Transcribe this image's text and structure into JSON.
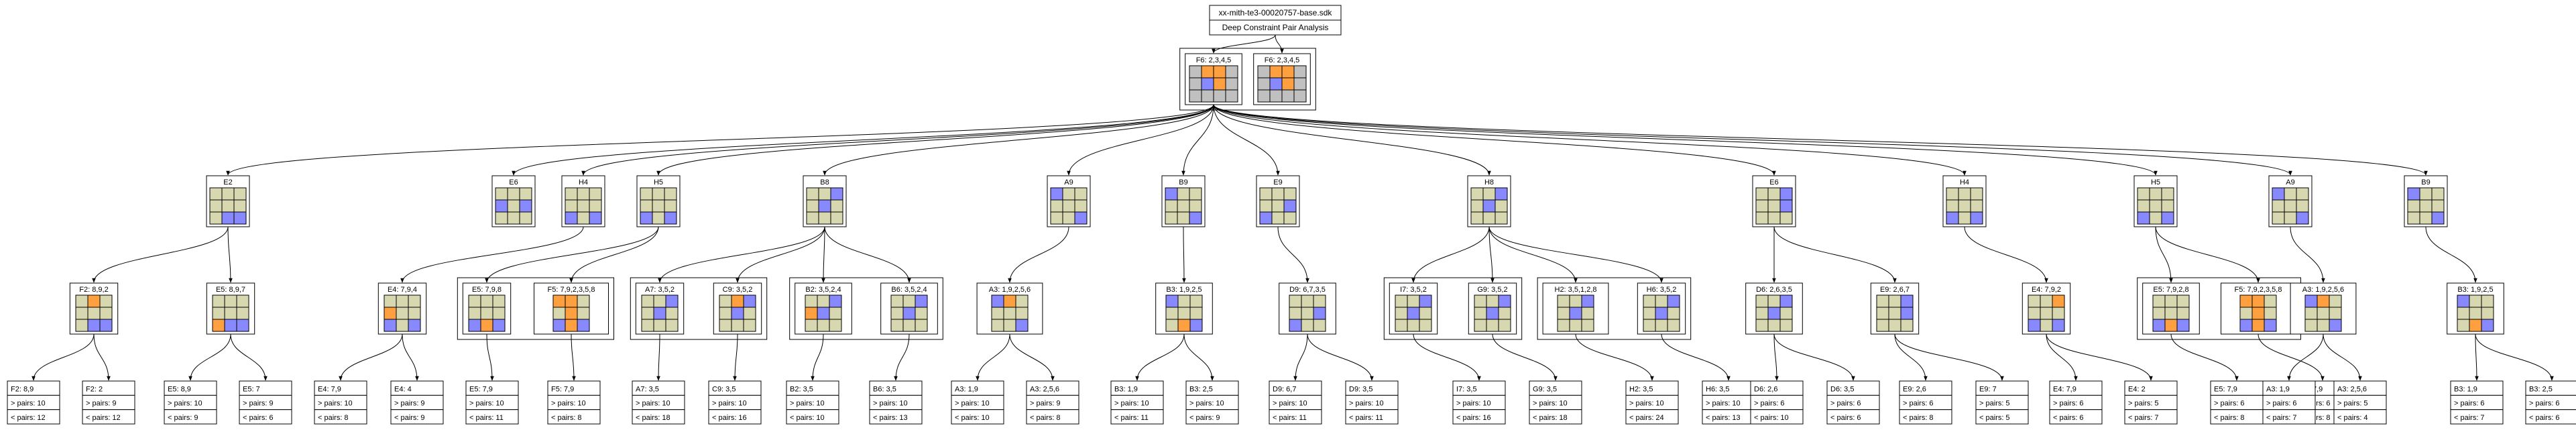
{
  "title_lines": [
    "xx-mith-te3-00020757-base.sdk",
    "Deep Constraint Pair Analysis"
  ],
  "colors": {
    "blank": "#d8d8b0",
    "orange": "#ffa040",
    "blue": "#8888ff",
    "gray": "#c0c0c0"
  },
  "nodes": [
    {
      "id": "top1",
      "label": "F6: 2,3,4,5",
      "grid": "xoox xbox xxxx"
    },
    {
      "id": "top2",
      "label": "F6: 2,3,4,5",
      "grid": "xoox xbox xxxx"
    },
    {
      "id": "l1_01",
      "label": "E2",
      "grid": "... ... .bb"
    },
    {
      "id": "l1_02",
      "label": "E6",
      "grid": "... b.b ..."
    },
    {
      "id": "l1_03",
      "label": "H4",
      "grid": "... ... b.b"
    },
    {
      "id": "l1_04",
      "label": "H5",
      "grid": "... ... b.b"
    },
    {
      "id": "l1_05",
      "label": "B8",
      "grid": "..b .b. ..."
    },
    {
      "id": "l1_06",
      "label": "A9",
      "grid": "b.. ... ..b"
    },
    {
      "id": "l1_07",
      "label": "B9",
      "grid": "b.. ... ..b"
    },
    {
      "id": "l1_08",
      "label": "E9",
      "grid": "... ..b b.."
    },
    {
      "id": "l1_09",
      "label": "H8",
      "grid": "..b .b. ..."
    },
    {
      "id": "l1_10",
      "label": "E6",
      "grid": "..b ..b ..."
    },
    {
      "id": "l1_11",
      "label": "H4",
      "grid": "... ... b.b"
    },
    {
      "id": "l1_12",
      "label": "H5",
      "grid": "... ... b.b"
    },
    {
      "id": "l1_13",
      "label": "A9",
      "grid": "b.. ... ..b"
    },
    {
      "id": "l1_14",
      "label": "B9",
      "grid": "b.. ... ..b"
    },
    {
      "id": "l2_01",
      "label": "F2: 8,9,2",
      "grid": ".o. ... .bb"
    },
    {
      "id": "l2_02",
      "label": "E5: 8,9,7",
      "grid": "... ... obb"
    },
    {
      "id": "l2_03",
      "label": "E4: 7,9,4",
      "grid": "... o.. b.b"
    },
    {
      "id": "l2_04",
      "label": "E5: 7,9,8",
      "grid": "... ... bob"
    },
    {
      "id": "l2_05",
      "label": "F5: 7,9,2,3,5,8",
      "grid": "oo. .o. bob"
    },
    {
      "id": "l2_06",
      "label": "A7: 3,5,2",
      "grid": "..b .b. ..."
    },
    {
      "id": "l2_07",
      "label": "C9: 3,5,2",
      "grid": ".ob .b. ..."
    },
    {
      "id": "l2_08",
      "label": "B2: 3,5,2,4",
      "grid": "..b ob. ..."
    },
    {
      "id": "l2_09",
      "label": "B6: 3,5,2,4",
      "grid": "..b .b. ..."
    },
    {
      "id": "l2_10",
      "label": "A3: 1,9,2,5,6",
      "grid": "bo. ... ..b"
    },
    {
      "id": "l2_11",
      "label": "B3: 1,9,2,5",
      "grid": "b.. ... .ob"
    },
    {
      "id": "l2_12",
      "label": "D9: 6,7,3,5",
      "grid": "... ..b b.."
    },
    {
      "id": "l2_13",
      "label": "I7: 3,5,2",
      "grid": "..b .b. ..."
    },
    {
      "id": "l2_14",
      "label": "G9: 3,5,2",
      "grid": "..b .b. ..."
    },
    {
      "id": "l2_15",
      "label": "H2: 3,5,1,2,8",
      "grid": "..b .b. ..."
    },
    {
      "id": "l2_16",
      "label": "H6: 3,5,2",
      "grid": "..b .b. ..."
    },
    {
      "id": "l2_17",
      "label": "D6: 2,6,3,5",
      "grid": "..b .b. ..."
    },
    {
      "id": "l2_18",
      "label": "E9: 2,6,7",
      "grid": "..b ..b ..."
    },
    {
      "id": "l2_19",
      "label": "E4: 7,9,2",
      "grid": "..o ... b.b"
    },
    {
      "id": "l2_20",
      "label": "E5: 7,9,2,8",
      "grid": "... ... bob"
    },
    {
      "id": "l2_21",
      "label": "F5: 7,9,2,3,5,8",
      "grid": "oo. .o. bob"
    },
    {
      "id": "l2_22",
      "label": "A3: 1,9,2,5,6",
      "grid": "bo. ... ..b"
    },
    {
      "id": "l2_23",
      "label": "B3: 1,9,2,5",
      "grid": "b.. ... .ob"
    },
    {
      "id": "l3_01",
      "label": "F2: 8,9",
      "stats": [
        "> pairs: 10",
        "< pairs: 12"
      ]
    },
    {
      "id": "l3_02",
      "label": "F2: 2",
      "stats": [
        "> pairs: 9",
        "< pairs: 12"
      ]
    },
    {
      "id": "l3_03",
      "label": "E5: 8,9",
      "stats": [
        "> pairs: 10",
        "< pairs: 9"
      ]
    },
    {
      "id": "l3_04",
      "label": "E5: 7",
      "stats": [
        "> pairs: 9",
        "< pairs: 6"
      ]
    },
    {
      "id": "l3_05",
      "label": "E4: 7,9",
      "stats": [
        "> pairs: 10",
        "< pairs: 8"
      ]
    },
    {
      "id": "l3_06",
      "label": "E4: 4",
      "stats": [
        "> pairs: 9",
        "< pairs: 9"
      ]
    },
    {
      "id": "l3_07",
      "label": "E5: 7,9",
      "stats": [
        "> pairs: 10",
        "< pairs: 11"
      ]
    },
    {
      "id": "l3_08",
      "label": "F5: 7,9",
      "stats": [
        "> pairs: 10",
        "< pairs: 8"
      ]
    },
    {
      "id": "l3_09",
      "label": "A7: 3,5",
      "stats": [
        "> pairs: 10",
        "< pairs: 18"
      ]
    },
    {
      "id": "l3_10",
      "label": "C9: 3,5",
      "stats": [
        "> pairs: 10",
        "< pairs: 16"
      ]
    },
    {
      "id": "l3_11",
      "label": "B2: 3,5",
      "stats": [
        "> pairs: 10",
        "< pairs: 10"
      ]
    },
    {
      "id": "l3_12",
      "label": "B6: 3,5",
      "stats": [
        "> pairs: 10",
        "< pairs: 13"
      ]
    },
    {
      "id": "l3_13",
      "label": "A3: 1,9",
      "stats": [
        "> pairs: 10",
        "< pairs: 10"
      ]
    },
    {
      "id": "l3_14",
      "label": "A3: 2,5,6",
      "stats": [
        "> pairs: 9",
        "< pairs: 8"
      ]
    },
    {
      "id": "l3_15",
      "label": "B3: 1,9",
      "stats": [
        "> pairs: 10",
        "< pairs: 11"
      ]
    },
    {
      "id": "l3_16",
      "label": "B3: 2,5",
      "stats": [
        "> pairs: 10",
        "< pairs: 9"
      ]
    },
    {
      "id": "l3_17",
      "label": "D9: 6,7",
      "stats": [
        "> pairs: 10",
        "< pairs: 11"
      ]
    },
    {
      "id": "l3_18",
      "label": "D9: 3,5",
      "stats": [
        "> pairs: 10",
        "< pairs: 11"
      ]
    },
    {
      "id": "l3_19",
      "label": "I7: 3,5",
      "stats": [
        "> pairs: 10",
        "< pairs: 16"
      ]
    },
    {
      "id": "l3_20",
      "label": "G9: 3,5",
      "stats": [
        "> pairs: 10",
        "< pairs: 18"
      ]
    },
    {
      "id": "l3_21",
      "label": "H2: 3,5",
      "stats": [
        "> pairs: 10",
        "< pairs: 24"
      ]
    },
    {
      "id": "l3_22",
      "label": "H6: 3,5",
      "stats": [
        "> pairs: 10",
        "< pairs: 13"
      ]
    },
    {
      "id": "l3_23",
      "label": "D6: 2,6",
      "stats": [
        "> pairs: 6",
        "< pairs: 10"
      ]
    },
    {
      "id": "l3_24",
      "label": "D6: 3,5",
      "stats": [
        "> pairs: 6",
        "< pairs: 6"
      ]
    },
    {
      "id": "l3_25",
      "label": "E9: 2,6",
      "stats": [
        "> pairs: 6",
        "< pairs: 8"
      ]
    },
    {
      "id": "l3_26",
      "label": "E9: 7",
      "stats": [
        "> pairs: 5",
        "< pairs: 5"
      ]
    },
    {
      "id": "l3_27",
      "label": "E4: 7,9",
      "stats": [
        "> pairs: 6",
        "< pairs: 6"
      ]
    },
    {
      "id": "l3_28",
      "label": "E4: 2",
      "stats": [
        "> pairs: 5",
        "< pairs: 7"
      ]
    },
    {
      "id": "l3_29",
      "label": "E5: 7,9",
      "stats": [
        "> pairs: 6",
        "< pairs: 8"
      ]
    },
    {
      "id": "l3_30",
      "label": "F5: 7,9",
      "stats": [
        "> pairs: 6",
        "< pairs: 8"
      ]
    },
    {
      "id": "l3_31",
      "label": "A3: 1,9",
      "stats": [
        "> pairs: 6",
        "< pairs: 7"
      ]
    },
    {
      "id": "l3_32",
      "label": "A3: 2,5,6",
      "stats": [
        "> pairs: 5",
        "< pairs: 4"
      ]
    },
    {
      "id": "l3_33",
      "label": "B3: 1,9",
      "stats": [
        "> pairs: 6",
        "< pairs: 7"
      ]
    },
    {
      "id": "l3_34",
      "label": "B3: 2,5",
      "stats": [
        "> pairs: 6",
        "< pairs: 6"
      ]
    }
  ],
  "edges": [
    [
      "root",
      "top1"
    ],
    [
      "root",
      "top2"
    ],
    [
      "top1",
      "l1_01"
    ],
    [
      "top1",
      "l1_02"
    ],
    [
      "top1",
      "l1_03"
    ],
    [
      "top1",
      "l1_04"
    ],
    [
      "top1",
      "l1_05"
    ],
    [
      "top1",
      "l1_06"
    ],
    [
      "top1",
      "l1_07"
    ],
    [
      "top1",
      "l1_08"
    ],
    [
      "top1",
      "l1_09"
    ],
    [
      "top1",
      "l1_10"
    ],
    [
      "top1",
      "l1_11"
    ],
    [
      "top1",
      "l1_12"
    ],
    [
      "top1",
      "l1_13"
    ],
    [
      "top1",
      "l1_14"
    ],
    [
      "l1_01",
      "l2_01"
    ],
    [
      "l1_01",
      "l2_02"
    ],
    [
      "l1_03",
      "l2_03"
    ],
    [
      "l1_04",
      "l2_04"
    ],
    [
      "l1_04",
      "l2_05"
    ],
    [
      "l1_05",
      "l2_06"
    ],
    [
      "l1_05",
      "l2_07"
    ],
    [
      "l1_05",
      "l2_08"
    ],
    [
      "l1_05",
      "l2_09"
    ],
    [
      "l1_06",
      "l2_10"
    ],
    [
      "l1_07",
      "l2_11"
    ],
    [
      "l1_08",
      "l2_12"
    ],
    [
      "l1_09",
      "l2_13"
    ],
    [
      "l1_09",
      "l2_14"
    ],
    [
      "l1_09",
      "l2_15"
    ],
    [
      "l1_09",
      "l2_16"
    ],
    [
      "l1_10",
      "l2_17"
    ],
    [
      "l1_10",
      "l2_18"
    ],
    [
      "l1_11",
      "l2_19"
    ],
    [
      "l1_12",
      "l2_20"
    ],
    [
      "l1_12",
      "l2_21"
    ],
    [
      "l1_13",
      "l2_22"
    ],
    [
      "l1_14",
      "l2_23"
    ],
    [
      "l2_01",
      "l3_01"
    ],
    [
      "l2_01",
      "l3_02"
    ],
    [
      "l2_02",
      "l3_03"
    ],
    [
      "l2_02",
      "l3_04"
    ],
    [
      "l2_03",
      "l3_05"
    ],
    [
      "l2_03",
      "l3_06"
    ],
    [
      "l2_04",
      "l3_07"
    ],
    [
      "l2_05",
      "l3_08"
    ],
    [
      "l2_06",
      "l3_09"
    ],
    [
      "l2_07",
      "l3_10"
    ],
    [
      "l2_08",
      "l3_11"
    ],
    [
      "l2_09",
      "l3_12"
    ],
    [
      "l2_10",
      "l3_13"
    ],
    [
      "l2_10",
      "l3_14"
    ],
    [
      "l2_11",
      "l3_15"
    ],
    [
      "l2_11",
      "l3_16"
    ],
    [
      "l2_12",
      "l3_17"
    ],
    [
      "l2_12",
      "l3_18"
    ],
    [
      "l2_13",
      "l3_19"
    ],
    [
      "l2_14",
      "l3_20"
    ],
    [
      "l2_15",
      "l3_21"
    ],
    [
      "l2_16",
      "l3_22"
    ],
    [
      "l2_17",
      "l3_23"
    ],
    [
      "l2_17",
      "l3_24"
    ],
    [
      "l2_18",
      "l3_25"
    ],
    [
      "l2_18",
      "l3_26"
    ],
    [
      "l2_19",
      "l3_27"
    ],
    [
      "l2_19",
      "l3_28"
    ],
    [
      "l2_20",
      "l3_29"
    ],
    [
      "l2_21",
      "l3_30"
    ],
    [
      "l2_22",
      "l3_31"
    ],
    [
      "l2_22",
      "l3_32"
    ],
    [
      "l2_23",
      "l3_33"
    ],
    [
      "l2_23",
      "l3_34"
    ]
  ],
  "clusters": [
    [
      "top1",
      "top2"
    ],
    [
      "l2_04",
      "l2_05"
    ],
    [
      "l2_06",
      "l2_07"
    ],
    [
      "l2_08",
      "l2_09"
    ],
    [
      "l2_13",
      "l2_14"
    ],
    [
      "l2_15",
      "l2_16"
    ],
    [
      "l2_20",
      "l2_21"
    ]
  ]
}
